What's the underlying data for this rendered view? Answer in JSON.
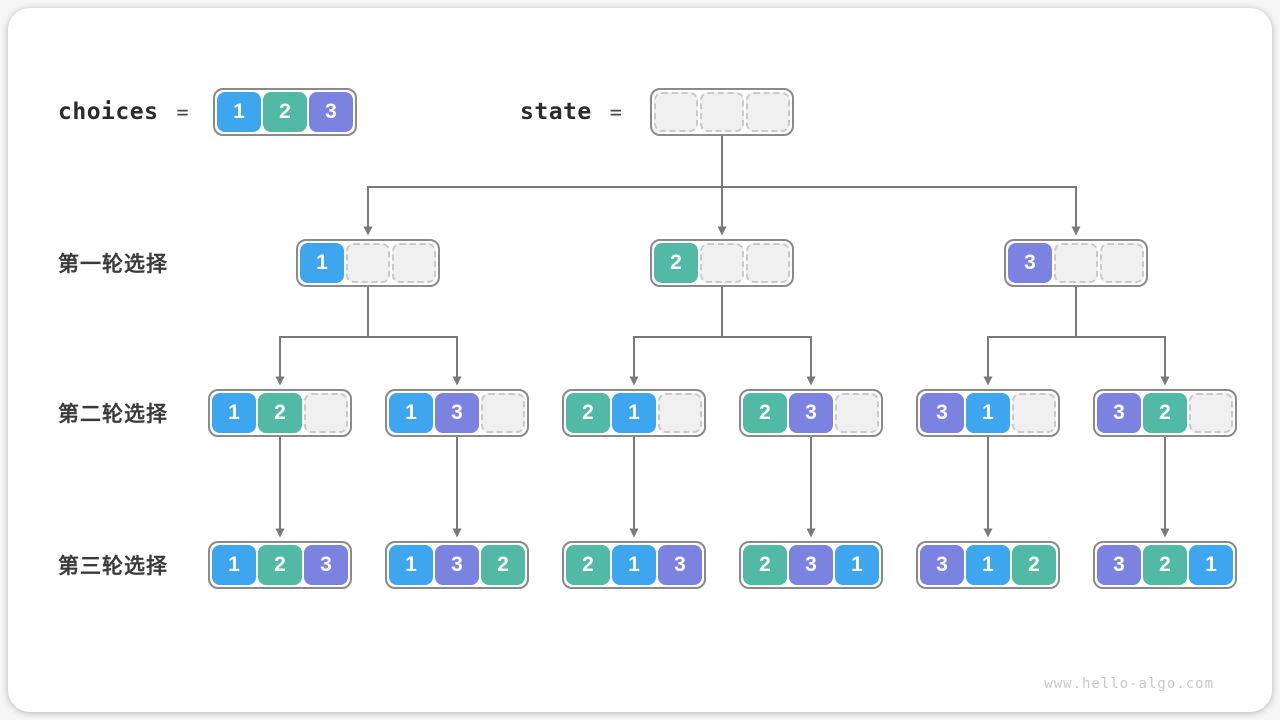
{
  "page": {
    "watermark": "www.hello-algo.com"
  },
  "colors": {
    "choice_1": "#3ea5ef",
    "choice_2": "#52b9a5",
    "choice_3": "#7b82e0",
    "connector": "#7a7a7a",
    "box_border": "#8a8a8a",
    "empty_cell_fill": "#f0f0f0"
  },
  "legend": {
    "choices_label": "choices",
    "state_label": "state",
    "equals": "=",
    "choices_cells": [
      "1",
      "2",
      "3"
    ],
    "state_cells": [
      "",
      "",
      ""
    ]
  },
  "rows": [
    {
      "label": "第一轮选择",
      "boxes": [
        [
          "1",
          "",
          ""
        ],
        [
          "2",
          "",
          ""
        ],
        [
          "3",
          "",
          ""
        ]
      ]
    },
    {
      "label": "第二轮选择",
      "boxes": [
        [
          "1",
          "2",
          ""
        ],
        [
          "1",
          "3",
          ""
        ],
        [
          "2",
          "1",
          ""
        ],
        [
          "2",
          "3",
          ""
        ],
        [
          "3",
          "1",
          ""
        ],
        [
          "3",
          "2",
          ""
        ]
      ]
    },
    {
      "label": "第三轮选择",
      "boxes": [
        [
          "1",
          "2",
          "3"
        ],
        [
          "1",
          "3",
          "2"
        ],
        [
          "2",
          "1",
          "3"
        ],
        [
          "2",
          "3",
          "1"
        ],
        [
          "3",
          "1",
          "2"
        ],
        [
          "3",
          "2",
          "1"
        ]
      ]
    }
  ]
}
